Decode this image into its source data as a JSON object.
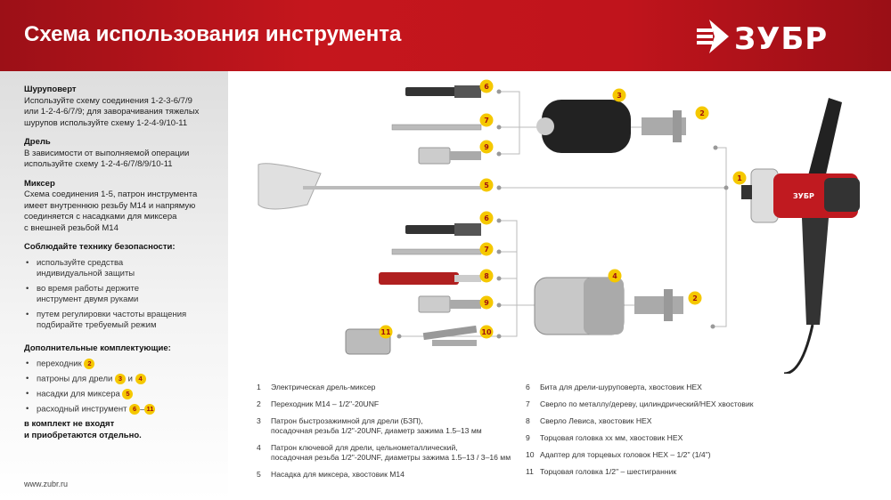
{
  "header": {
    "title": "Схема использования инструмента",
    "brand": "ЗУБР"
  },
  "left": {
    "screwdriver": {
      "title": "Шуруповерт",
      "text": [
        "Используйте схему соединения 1-2-3-6/7/9",
        "или 1-2-4-6/7/9; для заворачивания тяжелых",
        "шурупов используйте схему 1-2-4-9/10-11"
      ]
    },
    "drill": {
      "title": "Дрель",
      "text": [
        "В зависимости от выполняемой операции",
        "используйте схему 1-2-4-6/7/8/9/10-11"
      ]
    },
    "mixer": {
      "title": "Миксер",
      "text": [
        "Схема соединения 1-5, патрон инструмента",
        "имеет внутреннюю резьбу М14 и напрямую",
        "соединяется с насадками для миксера",
        "с внешней резьбой М14"
      ]
    },
    "safety": {
      "title": "Соблюдайте технику безопасности:",
      "items": [
        [
          "используйте средства",
          "индивидуальной защиты"
        ],
        [
          "во время работы держите",
          "инструмент двумя руками"
        ],
        [
          "путем регулировки частоты вращения",
          "подбирайте требуемый режим"
        ]
      ]
    },
    "extras": {
      "title": "Дополнительные комплектующие:",
      "items": [
        {
          "text": "переходник",
          "b1": "2"
        },
        {
          "text": "патроны для дрели",
          "b1": "3",
          "mid": "и",
          "b2": "4"
        },
        {
          "text": "насадки для миксера",
          "b1": "5"
        },
        {
          "text": "расходный инструмент",
          "b1": "6",
          "mid": "–",
          "b2": "11"
        }
      ],
      "note": [
        "в комплект не входят",
        "и приобретаются отдельно."
      ]
    },
    "url": "www.zubr.ru"
  },
  "legend": [
    {
      "n": "1",
      "text": [
        "Электрическая дрель-миксер"
      ]
    },
    {
      "n": "2",
      "text": [
        "Переходник М14 – 1/2\"-20UNF"
      ]
    },
    {
      "n": "3",
      "text": [
        "Патрон быстрозажимной для дрели (БЗП),",
        "посадочная резьба 1/2\"-20UNF, диаметр зажима 1.5–13 мм"
      ]
    },
    {
      "n": "4",
      "text": [
        "Патрон ключевой для дрели, цельнометаллический,",
        "посадочная резьба 1/2\"-20UNF, диаметры зажима 1.5–13 / 3–16 мм"
      ]
    },
    {
      "n": "5",
      "text": [
        "Насадка для миксера, хвостовик М14"
      ]
    },
    {
      "n": "6",
      "text": [
        "Бита для дрели-шуруповерта, хвостовик HEX"
      ]
    },
    {
      "n": "7",
      "text": [
        "Сверло по металлу/дереву, цилиндрический/HEX хвостовик"
      ]
    },
    {
      "n": "8",
      "text": [
        "Сверло Левиса, хвостовик HEX"
      ]
    },
    {
      "n": "9",
      "text": [
        "Торцовая головка хх мм, хвостовик HEX"
      ]
    },
    {
      "n": "10",
      "text": [
        "Адаптер для торцевых головок HEX – 1/2\" (1/4\")"
      ]
    },
    {
      "n": "11",
      "text": [
        "Торцовая головка 1/2\" – шестигранник"
      ]
    }
  ],
  "diagram": {
    "badges": [
      "6",
      "3",
      "2",
      "7",
      "9",
      "1",
      "5",
      "6",
      "7",
      "8",
      "4",
      "2",
      "9",
      "11",
      "10"
    ]
  },
  "colors": {
    "brand_red": "#c5161d",
    "badge_yellow": "#f5c800",
    "badge_text": "#a01010"
  }
}
